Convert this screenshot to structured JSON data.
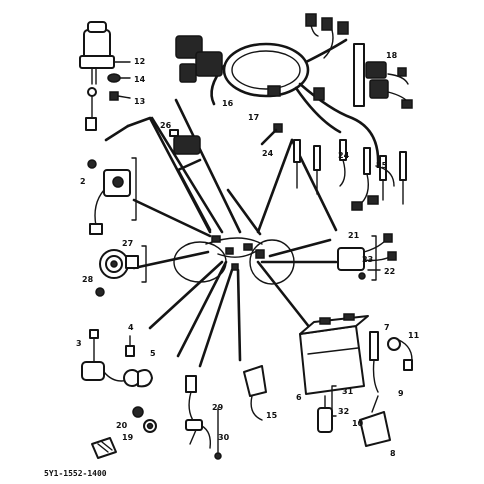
{
  "diagram": {
    "part_code": "5Y1-1552-1400",
    "callouts": [
      {
        "id": "c2",
        "text": "2"
      },
      {
        "id": "c3",
        "text": "3"
      },
      {
        "id": "c4",
        "text": "4"
      },
      {
        "id": "c5",
        "text": "5"
      },
      {
        "id": "c6",
        "text": "6"
      },
      {
        "id": "c7",
        "text": "7"
      },
      {
        "id": "c8",
        "text": "8"
      },
      {
        "id": "c9",
        "text": "9"
      },
      {
        "id": "c10",
        "text": "10"
      },
      {
        "id": "c11",
        "text": "11"
      },
      {
        "id": "c12",
        "text": "12"
      },
      {
        "id": "c13",
        "text": "13"
      },
      {
        "id": "c14",
        "text": "14"
      },
      {
        "id": "c15",
        "text": "15"
      },
      {
        "id": "c16",
        "text": "16"
      },
      {
        "id": "c17",
        "text": "17"
      },
      {
        "id": "c18",
        "text": "18"
      },
      {
        "id": "c19",
        "text": "19"
      },
      {
        "id": "c20",
        "text": "20"
      },
      {
        "id": "c21",
        "text": "21"
      },
      {
        "id": "c22",
        "text": "22"
      },
      {
        "id": "c23",
        "text": "23"
      },
      {
        "id": "c24a",
        "text": "24"
      },
      {
        "id": "c24b",
        "text": "24"
      },
      {
        "id": "c25",
        "text": "25"
      },
      {
        "id": "c26",
        "text": "26"
      },
      {
        "id": "c27",
        "text": "27"
      },
      {
        "id": "c28",
        "text": "28"
      },
      {
        "id": "c29",
        "text": "29"
      },
      {
        "id": "c30",
        "text": "30"
      },
      {
        "id": "c31",
        "text": "31"
      },
      {
        "id": "c32",
        "text": "32"
      }
    ]
  }
}
